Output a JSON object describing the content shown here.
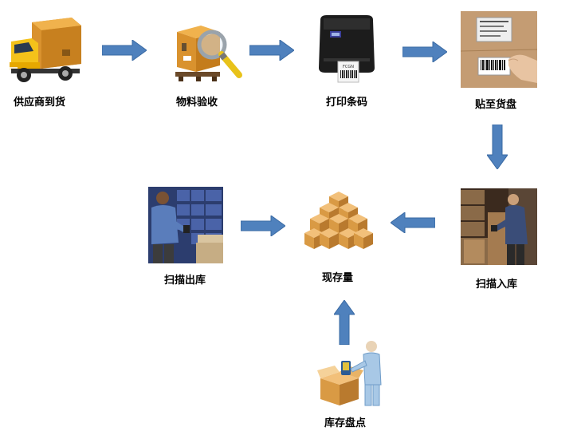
{
  "nodes": {
    "supplier_arrival": "供应商到货",
    "material_inspection": "物料验收",
    "print_barcode": "打印条码",
    "attach_to_pallet": "贴至货盘",
    "scan_inbound": "扫描入库",
    "current_stock": "现存量",
    "scan_outbound": "扫描出库",
    "inventory_count": "库存盘点"
  },
  "barcode_label_text": "FCGN",
  "colors": {
    "arrow_fill": "#4f81bd",
    "arrow_stroke": "#3a6aa3"
  }
}
